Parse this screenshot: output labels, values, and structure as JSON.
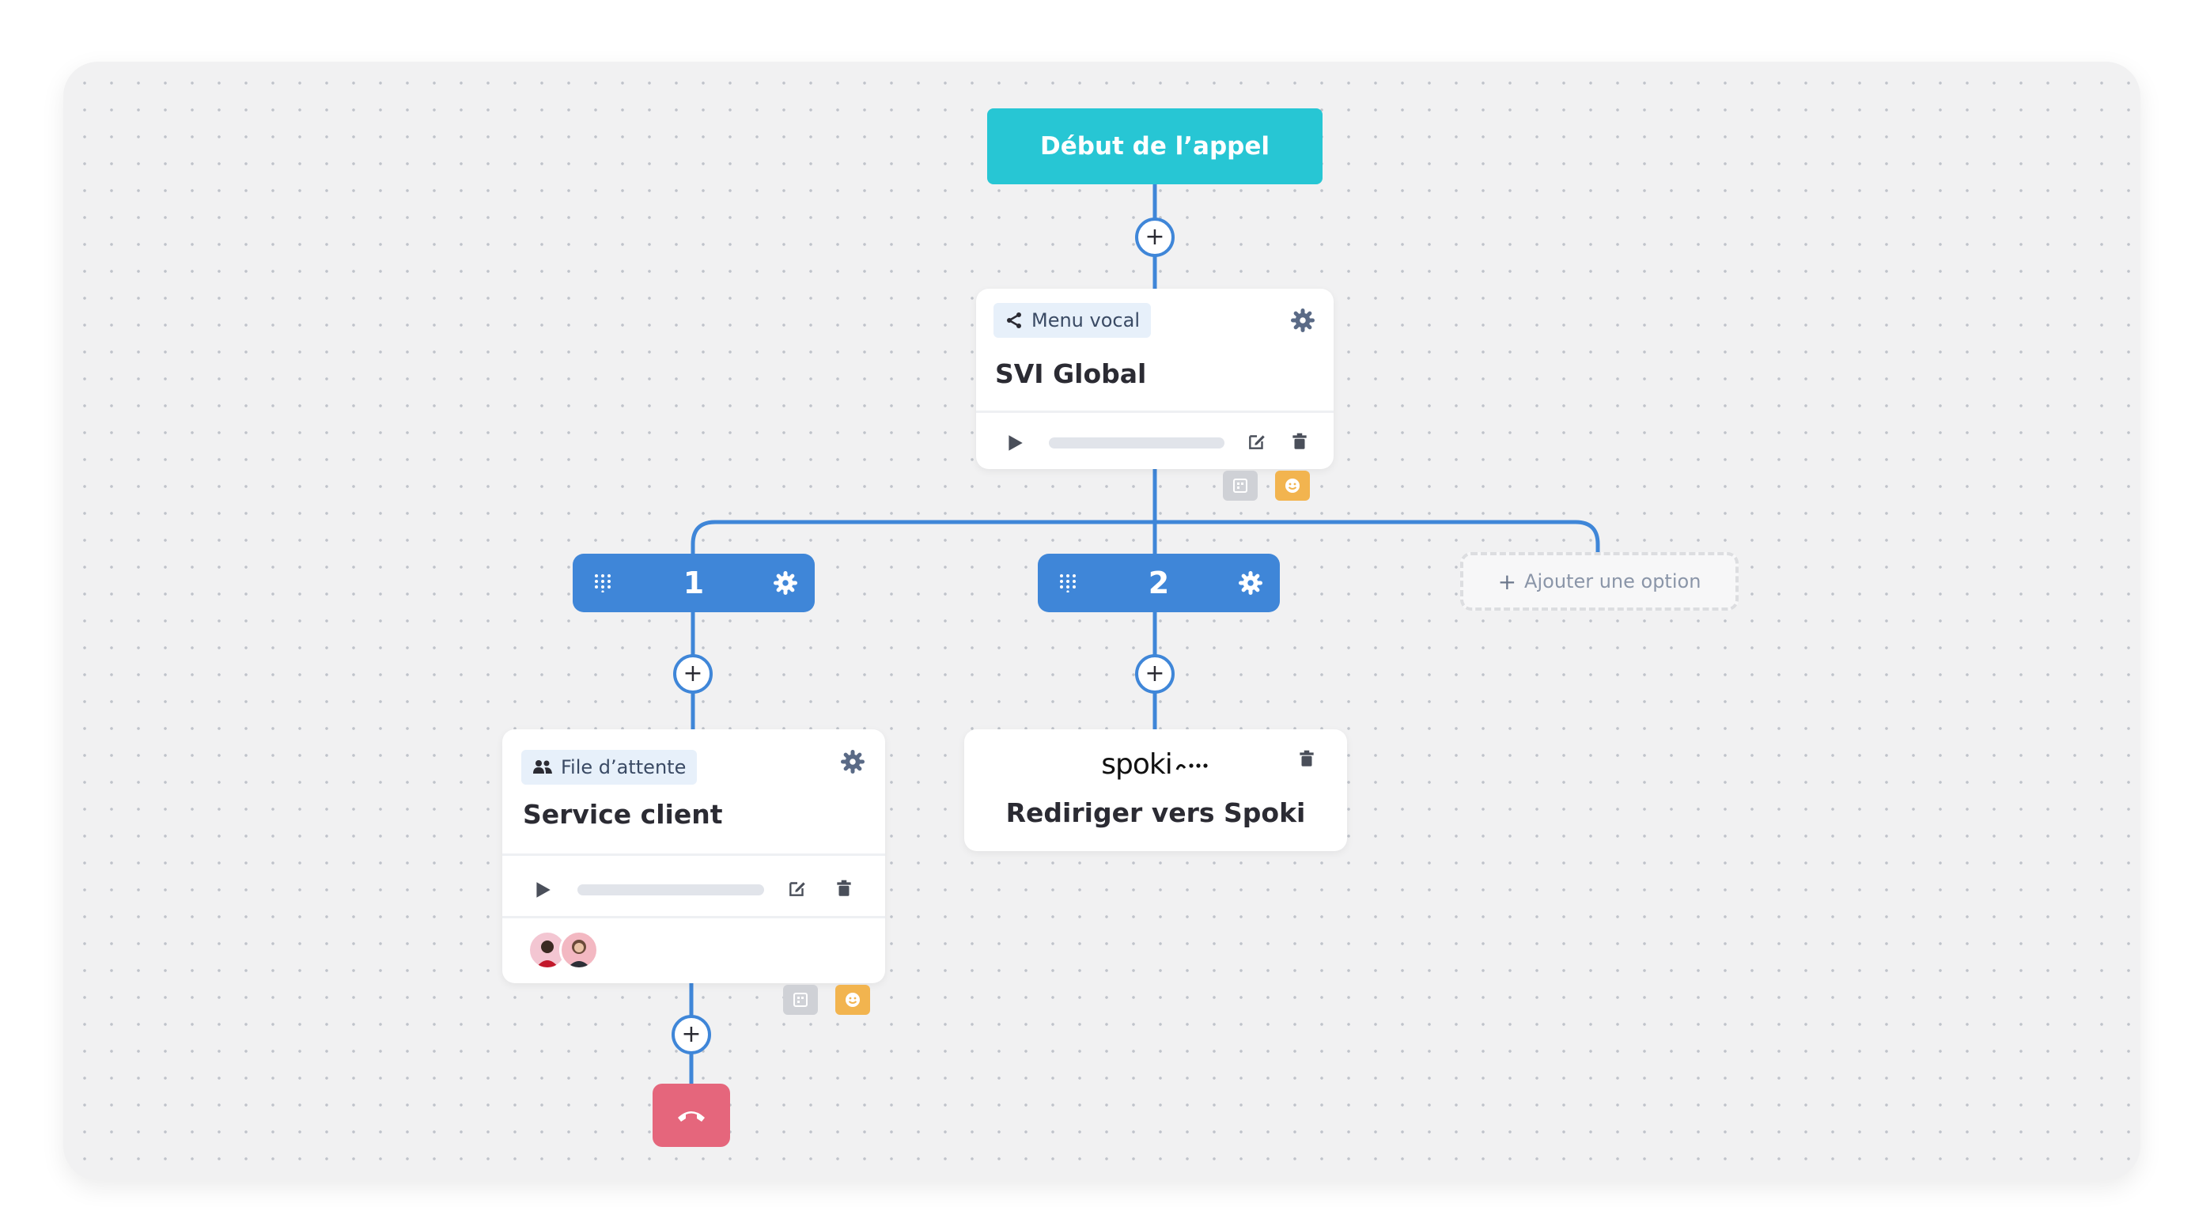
{
  "start_node": {
    "label": "Début de l’appel"
  },
  "svi_node": {
    "tag": "Menu vocal",
    "title": "SVI Global"
  },
  "key_options": [
    {
      "key": "1"
    },
    {
      "key": "2"
    }
  ],
  "add_option": {
    "label": "Ajouter une option"
  },
  "queue_node": {
    "tag": "File d’attente",
    "title": "Service client"
  },
  "spoki_node": {
    "logo_text": "spoki",
    "title": "Rediriger vers Spoki"
  },
  "colors": {
    "start": "#27c6d4",
    "wire": "#3f86d8",
    "key_option": "#3f86d8",
    "hangup": "#e5667c",
    "mood": "#f2b44f"
  },
  "icons": [
    "plus-icon",
    "share-icon",
    "gear-icon",
    "play-icon",
    "edit-icon",
    "trash-icon",
    "keypad-icon",
    "people-icon",
    "phone-hangup-icon",
    "smiley-icon",
    "grid-icon"
  ]
}
